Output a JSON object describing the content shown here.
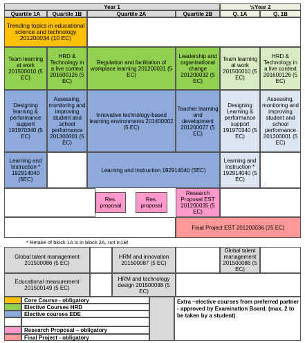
{
  "headers": {
    "year1": "Year 1",
    "halfyear2": "½Year 2",
    "q1a": "Quartile 1A",
    "q1b": "Quartile 1B",
    "q2a": "Quartile 2A",
    "q2b": "Quartile 2B",
    "y2q1a": "Q. 1A",
    "y2q1b": "Q. 1B"
  },
  "cells": {
    "trending": "Trending topics in educational science and technology 201200034 (10 EC)",
    "team1": "Team learning at work 201500010 (5 EC)",
    "hrd1": "HRD & Technology in a live context 201600126 (5 EC)",
    "regulation": "Regulation and facilitation of workplace learning 201200031 (5 EC)",
    "leadership": "Leadership and organisational change 201200032 (5 EC)",
    "team2": "Team learning at work 201500010 (5 EC)",
    "hrd2": "HRD & Technology in a live context 201600126 (5 EC)",
    "design1": "Designing learning & performance support 191970340 (5 EC)",
    "assess1": "Assessing, monitoring and improving student and school performance 201300001 (5 EC)",
    "innovative": "Innovative technology-based learning environments 201400002 (5 EC)",
    "teacher": "Teacher learning and development 201200027 (5 EC)",
    "design2": "Designing Learning & performance support 191970340 (5 EC)",
    "assess2": "Assessing, monitoring and improving student and school performance 201300001 (5 EC)",
    "li1": "Learning and Instruction * 192914040 (5EC)",
    "li2": "Learning and Instruction 192914040 (5EC)",
    "li3": "Learning and Instruction * 192914040 (5 EC)",
    "res1": "Res. proposal",
    "res2": "Res. proposal",
    "resest": "Research Proposal EST 201200035 (5 EC)",
    "final": "Final Project EST 201200036 (25 EC)"
  },
  "note": "* Retake of block 1A is in block 2A, not in1B!",
  "electives": {
    "global1": "Global talent management 201500086 (5 EC)",
    "hrminnov": "HRM and innovation 201500087 (5 EC)",
    "global2": "Global talent management 201500086 (5 EC)",
    "edumeas": "Educational measurement 201500149 (5 EC)",
    "hrmtech": "HRM and technology design 201500088 (5 EC)"
  },
  "legend": {
    "core": "Core Course - obligatory",
    "hrd": "Elective Courses HRD",
    "ede": "Elective courses EDE",
    "research": "Research Proposal – obligatory",
    "final": "Final Project - obligatory",
    "extra": "Extra –elective courses from preferred partner - approved by Examination Board. (max. 2 to be taken by a student)"
  },
  "colors": {
    "core": "#ffc000",
    "hrd": "#92d050",
    "ede": "#8eaadb",
    "research": "#ff99cc",
    "final": "#ff9999",
    "extra": "#d9d9d9"
  }
}
